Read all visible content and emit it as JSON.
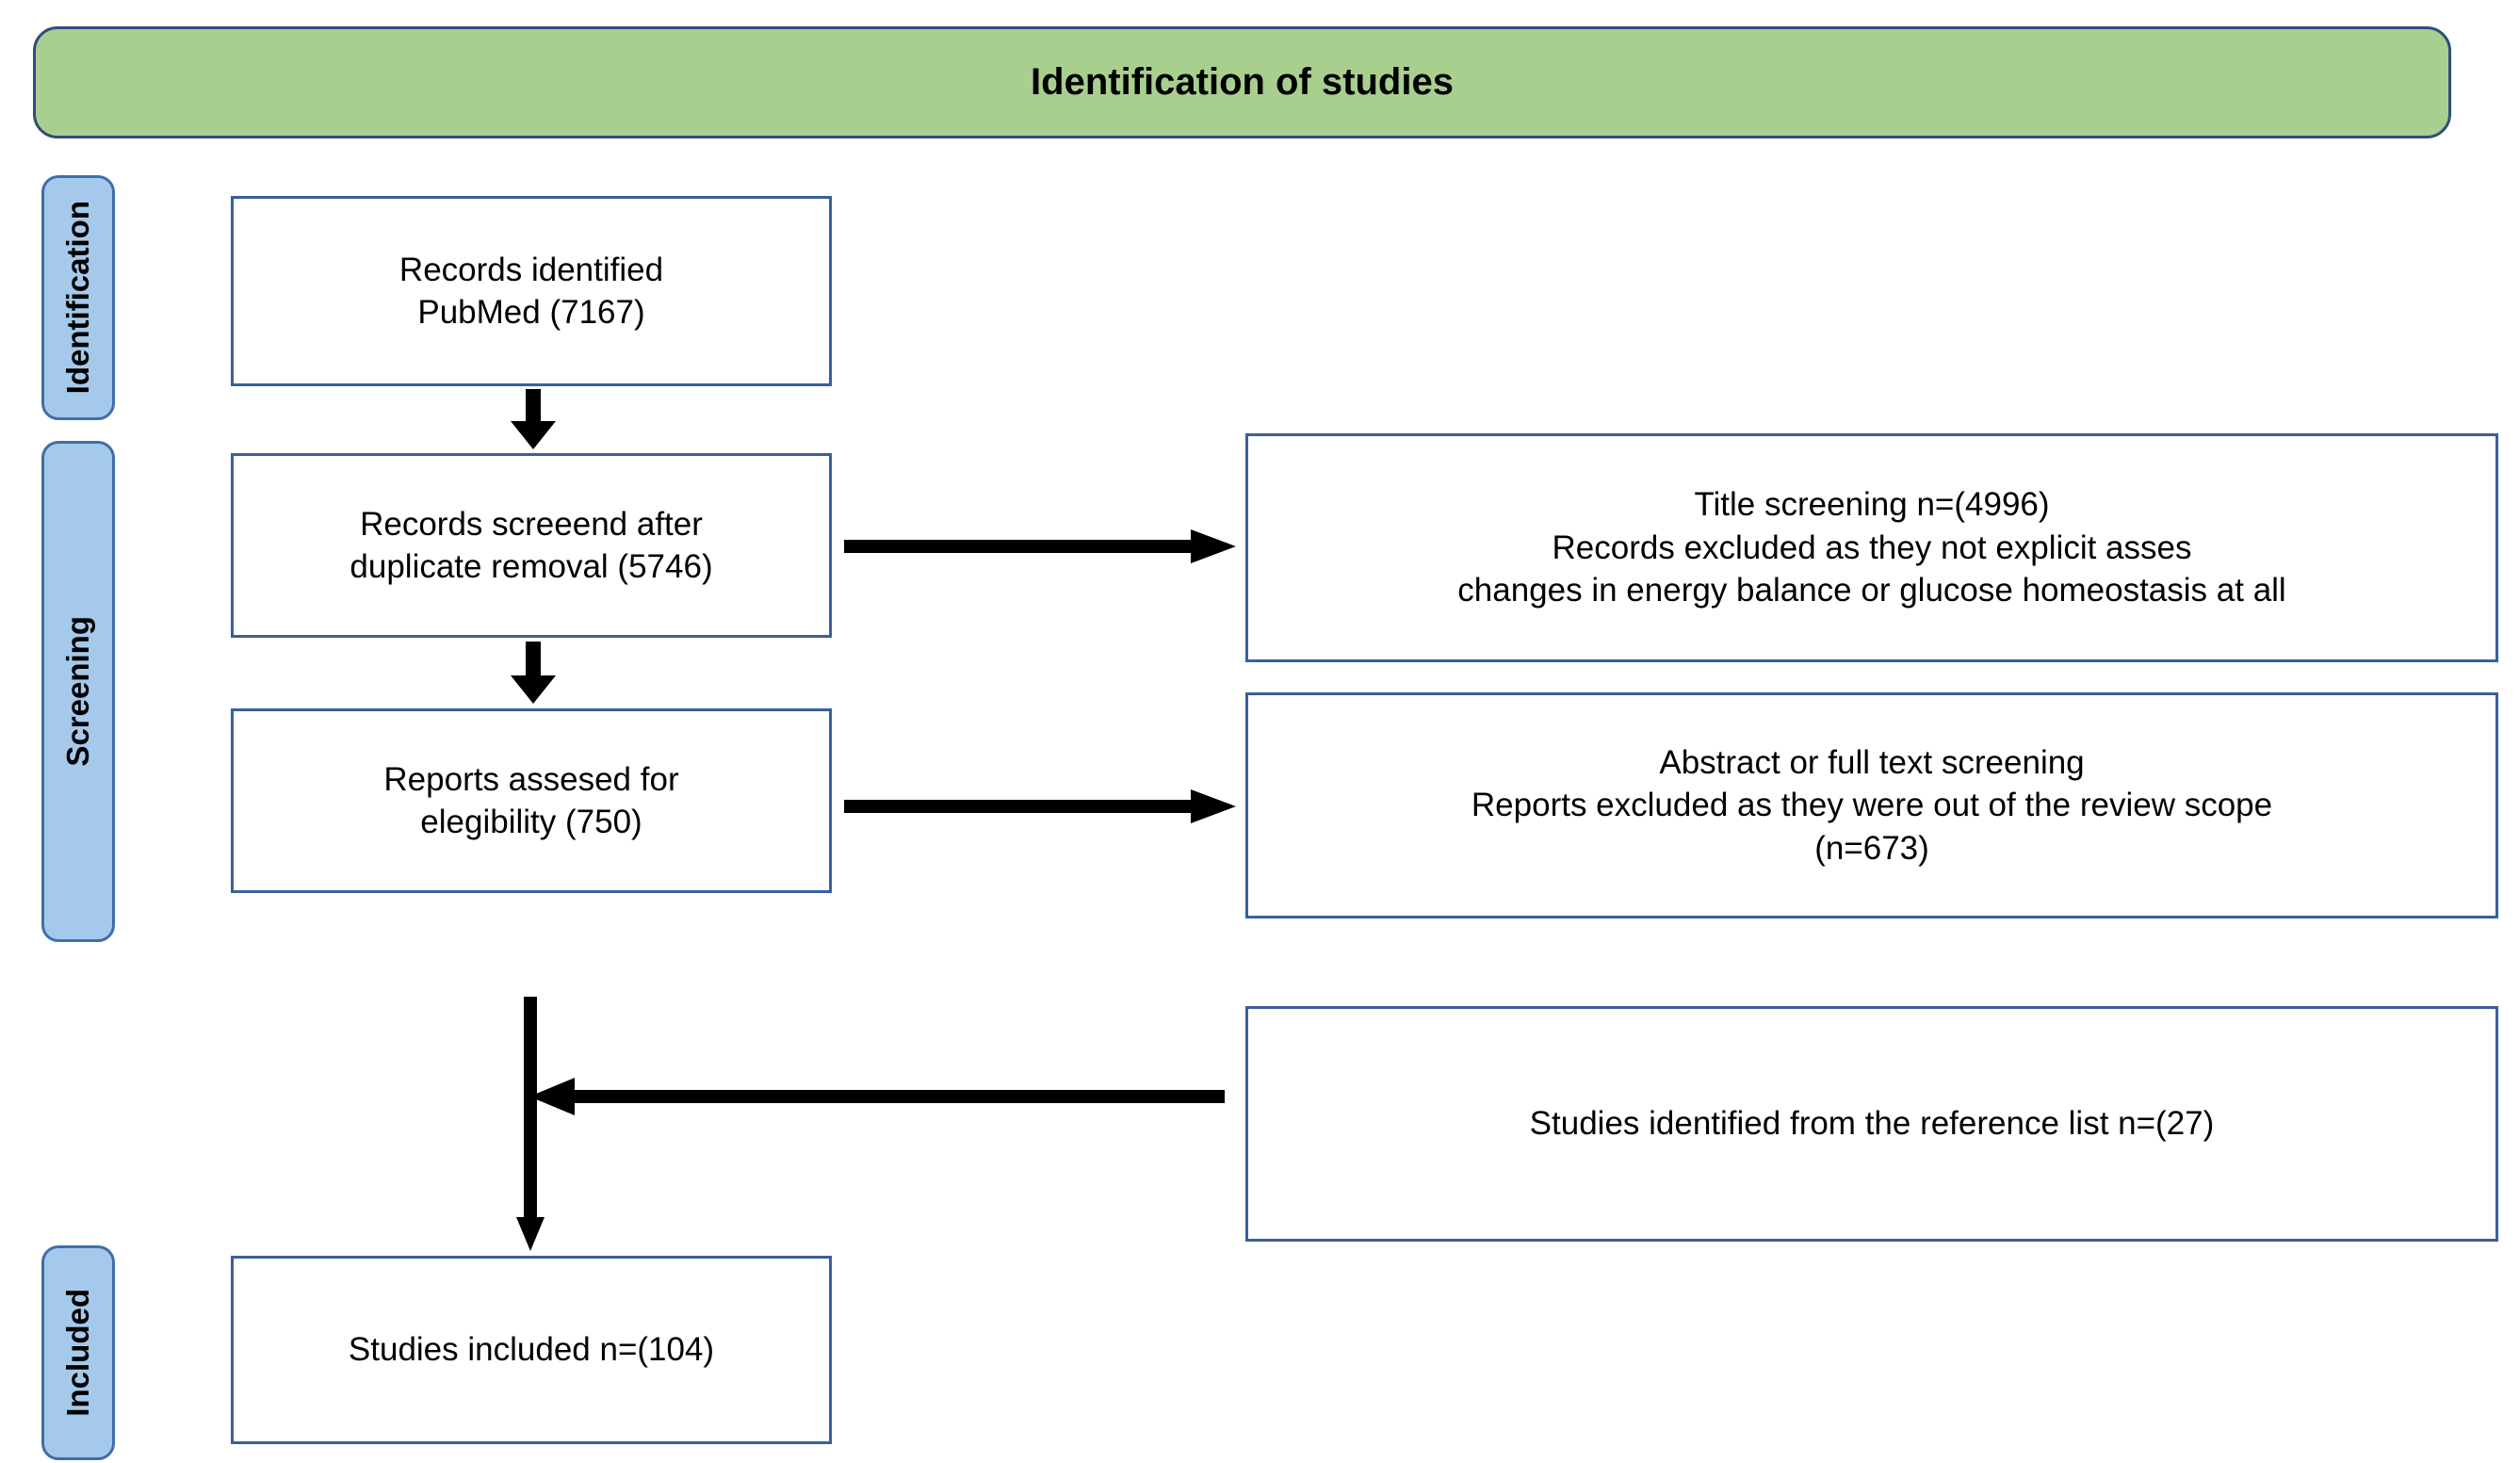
{
  "banner": {
    "title": "Identification of studies",
    "fill": "#a9cf8f",
    "border": "#2e4d7b"
  },
  "stages": [
    {
      "id": "identification",
      "label": "Identification"
    },
    {
      "id": "screening",
      "label": "Screening"
    },
    {
      "id": "included",
      "label": "Included"
    }
  ],
  "stage_style": {
    "fill": "#a5c9ea",
    "border": "#3f6eab"
  },
  "box_style": {
    "fill": "#ffffff",
    "border": "#3a5f9e"
  },
  "boxes": {
    "identified": "Records identified\nPubMed (7167)",
    "screened": "Records screeend after\nduplicate removal (5746)",
    "eligibility": "Reports assesed for\nelegibility (750)",
    "title_excluded": "Title screening n=(4996)\nRecords excluded as they not explicit asses\nchanges in energy balance or glucose homeostasis at all",
    "abstract_excluded": "Abstract or full text screening\nReports excluded as they were out of the review scope\n(n=673)",
    "reference_list": "Studies identified from the reference list n=(27)",
    "included": "Studies included n=(104)"
  },
  "chart_data": {
    "type": "diagram",
    "title": "Identification of studies",
    "diagram_kind": "PRISMA flow diagram",
    "stages": [
      "Identification",
      "Screening",
      "Included"
    ],
    "nodes": [
      {
        "id": "identified",
        "stage": "Identification",
        "label": "Records identified PubMed (7167)",
        "n": 7167,
        "source": "PubMed"
      },
      {
        "id": "screened",
        "stage": "Screening",
        "label": "Records screeend after duplicate removal (5746)",
        "n": 5746
      },
      {
        "id": "title_excluded",
        "stage": "Screening",
        "label": "Title screening n=(4996) Records excluded as they not explicit asses changes in energy balance or glucose homeostasis at all",
        "n": 4996,
        "kind": "excluded"
      },
      {
        "id": "eligibility",
        "stage": "Screening",
        "label": "Reports assesed for elegibility (750)",
        "n": 750
      },
      {
        "id": "abstract_excluded",
        "stage": "Screening",
        "label": "Abstract or full text screening Reports excluded as they were out of the review scope (n=673)",
        "n": 673,
        "kind": "excluded"
      },
      {
        "id": "reference_list",
        "stage": "Included",
        "label": "Studies identified from the reference list n=(27)",
        "n": 27,
        "kind": "additional"
      },
      {
        "id": "included",
        "stage": "Included",
        "label": "Studies included n=(104)",
        "n": 104
      }
    ],
    "edges": [
      {
        "from": "identified",
        "to": "screened",
        "direction": "down"
      },
      {
        "from": "screened",
        "to": "title_excluded",
        "direction": "right"
      },
      {
        "from": "screened",
        "to": "eligibility",
        "direction": "down"
      },
      {
        "from": "eligibility",
        "to": "abstract_excluded",
        "direction": "right"
      },
      {
        "from": "eligibility",
        "to": "included",
        "direction": "down"
      },
      {
        "from": "reference_list",
        "to": "included",
        "direction": "left"
      }
    ]
  }
}
